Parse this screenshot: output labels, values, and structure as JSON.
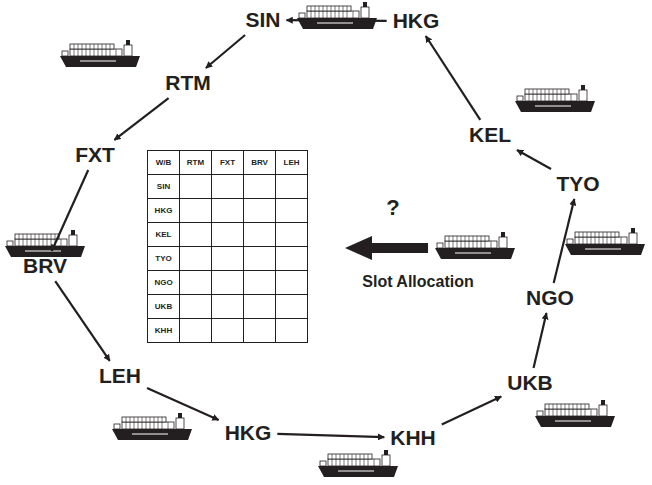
{
  "diagram": {
    "nodes": [
      {
        "text": [
          "SIN"
        ]
      },
      {
        "text": [
          "HKG"
        ]
      },
      {
        "text": [
          "RTM"
        ]
      },
      {
        "text": [
          "KEL"
        ]
      },
      {
        "text": [
          "FXT"
        ]
      },
      {
        "text": [
          "TYO"
        ]
      },
      {
        "text": [
          "BRV"
        ]
      },
      {
        "text": [
          "NGO"
        ]
      },
      {
        "text": [
          "UKB"
        ]
      },
      {
        "text": [
          "LEH"
        ]
      },
      {
        "text": [
          "HKG"
        ]
      },
      {
        "text": [
          "KHH"
        ]
      }
    ],
    "edges": [
      {
        "from": 1,
        "to": 0,
        "arrow": "to"
      },
      {
        "from": 0,
        "to": 2,
        "arrow": "to"
      },
      {
        "from": 2,
        "to": 4,
        "arrow": "to"
      },
      {
        "from": 4,
        "to": 6,
        "arrow": "to"
      },
      {
        "from": 6,
        "to": 9,
        "arrow": "to"
      },
      {
        "from": 9,
        "to": 10,
        "arrow": "to"
      },
      {
        "from": 10,
        "to": 11,
        "arrow": "to"
      },
      {
        "from": 11,
        "to": 8,
        "arrow": "to"
      },
      {
        "from": 8,
        "to": 7,
        "arrow": "to"
      },
      {
        "from": 7,
        "to": 5,
        "arrow": "to"
      },
      {
        "from": 5,
        "to": 3,
        "arrow": "to"
      },
      {
        "from": 3,
        "to": 1,
        "arrow": "to"
      }
    ],
    "labels": [
      "W/B",
      "RTM",
      "FXT",
      "BRV",
      "LEH",
      "SIN",
      "HKG",
      "KEL",
      "TYO",
      "NGO",
      "UKB",
      "KHH",
      "?",
      "Slot Allocation"
    ]
  }
}
